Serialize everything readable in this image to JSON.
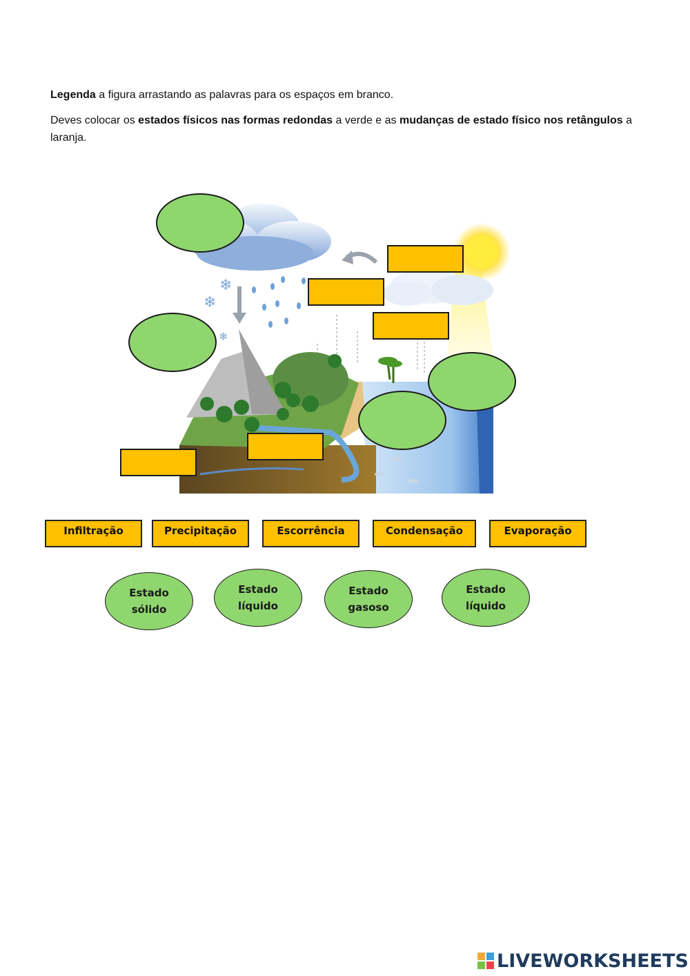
{
  "instructions": {
    "line1_bold": "Legenda",
    "line1_rest": " a figura arrastando as palavras para os espaços em branco.",
    "line2_a": "Deves colocar os ",
    "line2_b_bold": "estados físicos nas formas redondas",
    "line2_c": " a verde e as ",
    "line2_d_bold": "mudanças de estado físico nos retângulos",
    "line2_e": " a laranja."
  },
  "word_bank": [
    {
      "label": "Infiltração"
    },
    {
      "label": "Precipitação"
    },
    {
      "label": "Escorrência"
    },
    {
      "label": "Condensação"
    },
    {
      "label": "Evaporação"
    }
  ],
  "states": [
    {
      "line1": "Estado",
      "line2": "sólido"
    },
    {
      "line1": "Estado",
      "line2": "líquido"
    },
    {
      "line1": "Estado",
      "line2": "gasoso"
    },
    {
      "line1": "Estado",
      "line2": "líquido"
    }
  ],
  "brand": {
    "name": "LIVEWORKSHEETS"
  },
  "colors": {
    "orange": "#ffc000",
    "green": "#8fd66e"
  }
}
